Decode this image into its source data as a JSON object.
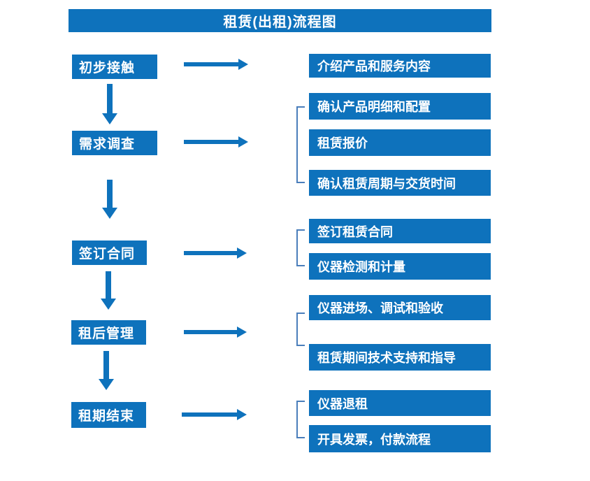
{
  "title": "租赁(出租)流程图",
  "colors": {
    "primary": "#0E72BC",
    "bracket": "#4A7EBB",
    "text_on_primary": "#FFFFFF",
    "background": "#FFFFFF"
  },
  "steps": [
    {
      "label": "初步接触",
      "details": [
        "介绍产品和服务内容"
      ]
    },
    {
      "label": "需求调查",
      "details": [
        "确认产品明细和配置",
        "租赁报价",
        "确认租赁周期与交货时间"
      ]
    },
    {
      "label": "签订合同",
      "details": [
        "签订租赁合同",
        "仪器检测和计量"
      ]
    },
    {
      "label": "租后管理",
      "details": [
        "仪器进场、调试和验收",
        "租赁期间技术支持和指导"
      ]
    },
    {
      "label": "租期结束",
      "details": [
        "仪器退租",
        "开具发票，付款流程"
      ]
    }
  ]
}
